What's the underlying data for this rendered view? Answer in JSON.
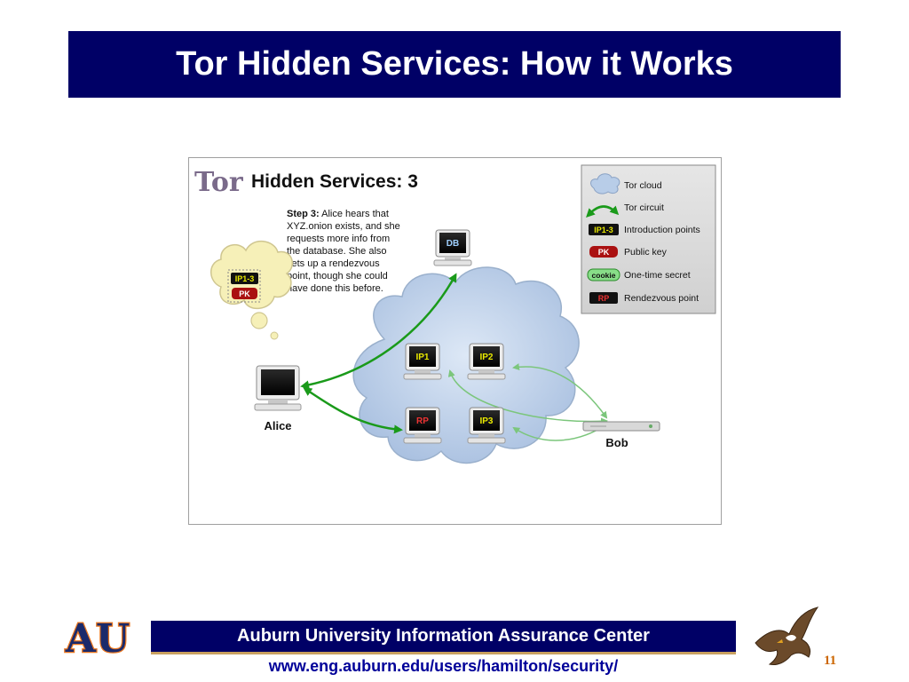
{
  "slide": {
    "title": "Tor Hidden Services: How it Works",
    "footer_title": "Auburn University Information Assurance Center",
    "footer_url": "www.eng.auburn.edu/users/hamilton/security/",
    "page_number": "11",
    "logo_text": "AU"
  },
  "diagram": {
    "tor_logo": "Tor",
    "heading": "Hidden Services: 3",
    "step_bold": "Step 3:",
    "step_lines": [
      " Alice hears that",
      "XYZ.onion exists, and she",
      "requests more info from",
      "the database.  She also",
      "sets up a rendezvous",
      "point, though she could",
      "have done this before."
    ],
    "thought_badges": {
      "ip": "IP1-3",
      "pk": "PK"
    },
    "nodes": {
      "db": "DB",
      "ip1": "IP1",
      "ip2": "IP2",
      "rp": "RP",
      "ip3": "IP3",
      "alice": "Alice",
      "bob": "Bob"
    },
    "legend": [
      {
        "icon": "cloud-icon",
        "label": "Tor cloud"
      },
      {
        "icon": "circuit-arrow-icon",
        "label": "Tor circuit"
      },
      {
        "icon": "introduction-points-badge",
        "badge": "IP1-3",
        "label": "Introduction points"
      },
      {
        "icon": "public-key-badge",
        "badge": "PK",
        "label": "Public key"
      },
      {
        "icon": "cookie-badge",
        "badge": "cookie",
        "label": "One-time secret"
      },
      {
        "icon": "rendezvous-badge",
        "badge": "RP",
        "label": "Rendezvous point"
      }
    ],
    "colors": {
      "navy": "#000066",
      "circuit_green": "#1a9a1a",
      "light_green": "#7cc67c",
      "cloud_blue": "#b8cde8",
      "label_yellow": "#e8e800",
      "pk_red": "#aa1111",
      "rp_red": "#ee3333",
      "thought_yellow": "#f6f0b8"
    }
  }
}
